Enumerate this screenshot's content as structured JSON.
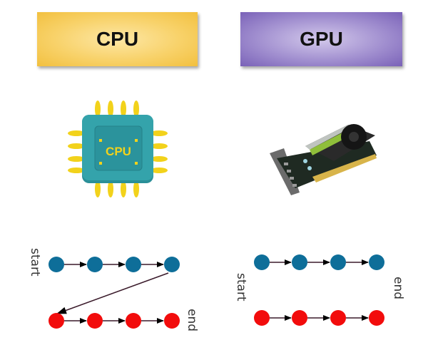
{
  "headers": {
    "cpu": "CPU",
    "gpu": "GPU"
  },
  "illustrations": {
    "cpu_chip": {
      "label": "CPU",
      "icon": "cpu-chip-icon",
      "body_color": "#2f9aa3",
      "pin_color": "#f2d21b"
    },
    "gpu_card": {
      "icon": "gpu-graphics-card-icon"
    }
  },
  "diagrams": {
    "cpu": {
      "start_label": "start",
      "end_label": "end",
      "top_row": {
        "color": "#0e6e99",
        "count": 4
      },
      "bottom_row": {
        "color": "#f20c0c",
        "count": 4
      },
      "flow": "sequential"
    },
    "gpu": {
      "start_label": "start",
      "end_label": "end",
      "top_row": {
        "color": "#0e6e99",
        "count": 4
      },
      "bottom_row": {
        "color": "#f20c0c",
        "count": 4
      },
      "flow": "parallel"
    }
  }
}
